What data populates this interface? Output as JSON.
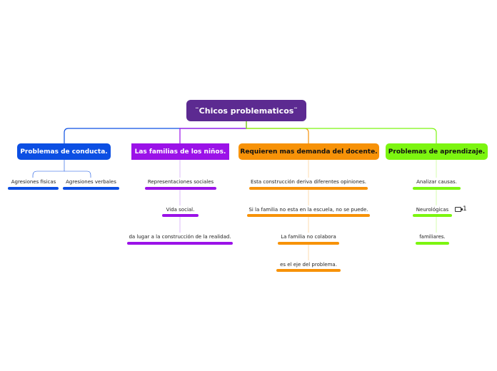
{
  "colors": {
    "root": "#5c2a91",
    "blue": "#0c4fe3",
    "purple": "#9b12e8",
    "orange": "#f79208",
    "green": "#7cf510"
  },
  "root": {
    "label": "¨Chicos problematicos¨"
  },
  "branches": [
    {
      "label": "Problemas de conducta.",
      "color": "blue",
      "text_color": "#ffffff",
      "children": [
        "Agresiones fisicas",
        "Agresiones verbales"
      ]
    },
    {
      "label": "Las familias de los niños.",
      "color": "purple",
      "text_color": "#ffffff",
      "children": [
        "Representaciones sociales",
        "Vida social.",
        "da lugar a la construcción de la realidad."
      ]
    },
    {
      "label": "Requieren mas demanda del docente.",
      "color": "orange",
      "text_color": "#111111",
      "children": [
        "Esta construcción deriva diferentes opiniones.",
        "Si la familia no esta en la escuela, no se puede.",
        "La familia no colabora",
        "es el eje del problema."
      ]
    },
    {
      "label": "Problemas de aprendizaje.",
      "color": "green",
      "text_color": "#111111",
      "children": [
        "Analizar causas.",
        "Neurológicas",
        "familiares."
      ]
    }
  ],
  "badge": {
    "icon": "note-icon",
    "count": "1"
  }
}
